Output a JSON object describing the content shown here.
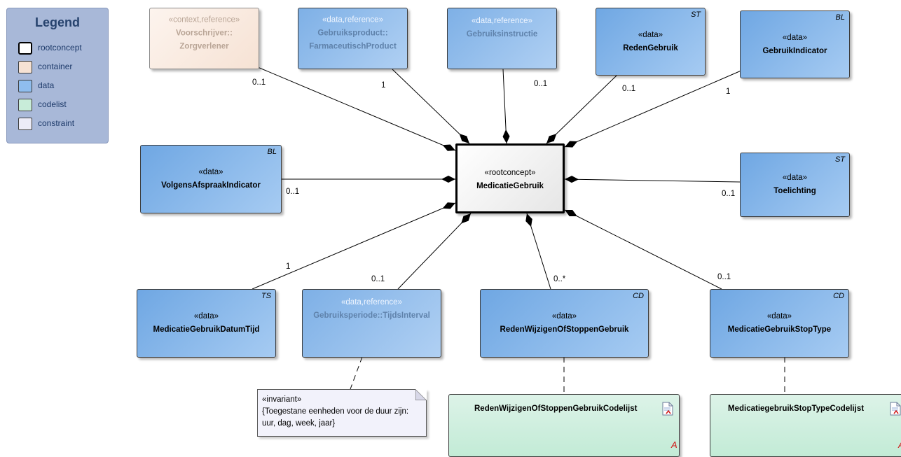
{
  "legend": {
    "title": "Legend",
    "items": [
      {
        "label": "rootconcept",
        "color": "#ffffff"
      },
      {
        "label": "container",
        "color": "#f6e2d4"
      },
      {
        "label": "data",
        "color": "#8fbdee"
      },
      {
        "label": "codelist",
        "color": "#c8ecd9"
      },
      {
        "label": "constraint",
        "color": "#ececf8"
      }
    ]
  },
  "root": {
    "stereotype": "«rootconcept»",
    "name": "MedicatieGebruik"
  },
  "nodes": {
    "voorschrijver": {
      "stereotype": "«context,reference»",
      "name_1": "Voorschrijver::",
      "name_2": "Zorgverlener",
      "multiplicity": "0..1"
    },
    "gebruiksproduct": {
      "stereotype": "«data,reference»",
      "name_1": "Gebruiksproduct::",
      "name_2": "FarmaceutischProduct",
      "multiplicity": "1"
    },
    "gebruiksinstructie": {
      "stereotype": "«data,reference»",
      "name": "Gebruiksinstructie",
      "multiplicity": "0..1"
    },
    "redengebruik": {
      "stereotype": "«data»",
      "name": "RedenGebruik",
      "tag": "ST",
      "multiplicity": "0..1"
    },
    "gebruikindicator": {
      "stereotype": "«data»",
      "name": "GebruikIndicator",
      "tag": "BL",
      "multiplicity": "1"
    },
    "volgensafspraak": {
      "stereotype": "«data»",
      "name": "VolgensAfspraakIndicator",
      "tag": "BL",
      "multiplicity": "0..1"
    },
    "toelichting": {
      "stereotype": "«data»",
      "name": "Toelichting",
      "tag": "ST",
      "multiplicity": "0..1"
    },
    "datumtijd": {
      "stereotype": "«data»",
      "name": "MedicatieGebruikDatumTijd",
      "tag": "TS",
      "multiplicity": "1"
    },
    "gebruiksperiode": {
      "stereotype": "«data,reference»",
      "name": "Gebruiksperiode::TijdsInterval",
      "multiplicity": "0..1"
    },
    "redenwijzigen": {
      "stereotype": "«data»",
      "name": "RedenWijzigenOfStoppenGebruik",
      "tag": "CD",
      "multiplicity": "0..*"
    },
    "stoptype": {
      "stereotype": "«data»",
      "name": "MedicatieGebruikStopType",
      "tag": "CD",
      "multiplicity": "0..1"
    }
  },
  "codelists": {
    "redenwijzigen": {
      "name": "RedenWijzigenOfStoppenGebruikCodelijst",
      "mark": "A"
    },
    "stoptype": {
      "name": "MedicatiegebruikStopTypeCodelijst",
      "mark": "A"
    }
  },
  "note": {
    "line_1": "«invariant»",
    "line_2": "{Toegestane eenheden voor de duur zijn:",
    "line_3": "uur, dag, week, jaar}"
  }
}
